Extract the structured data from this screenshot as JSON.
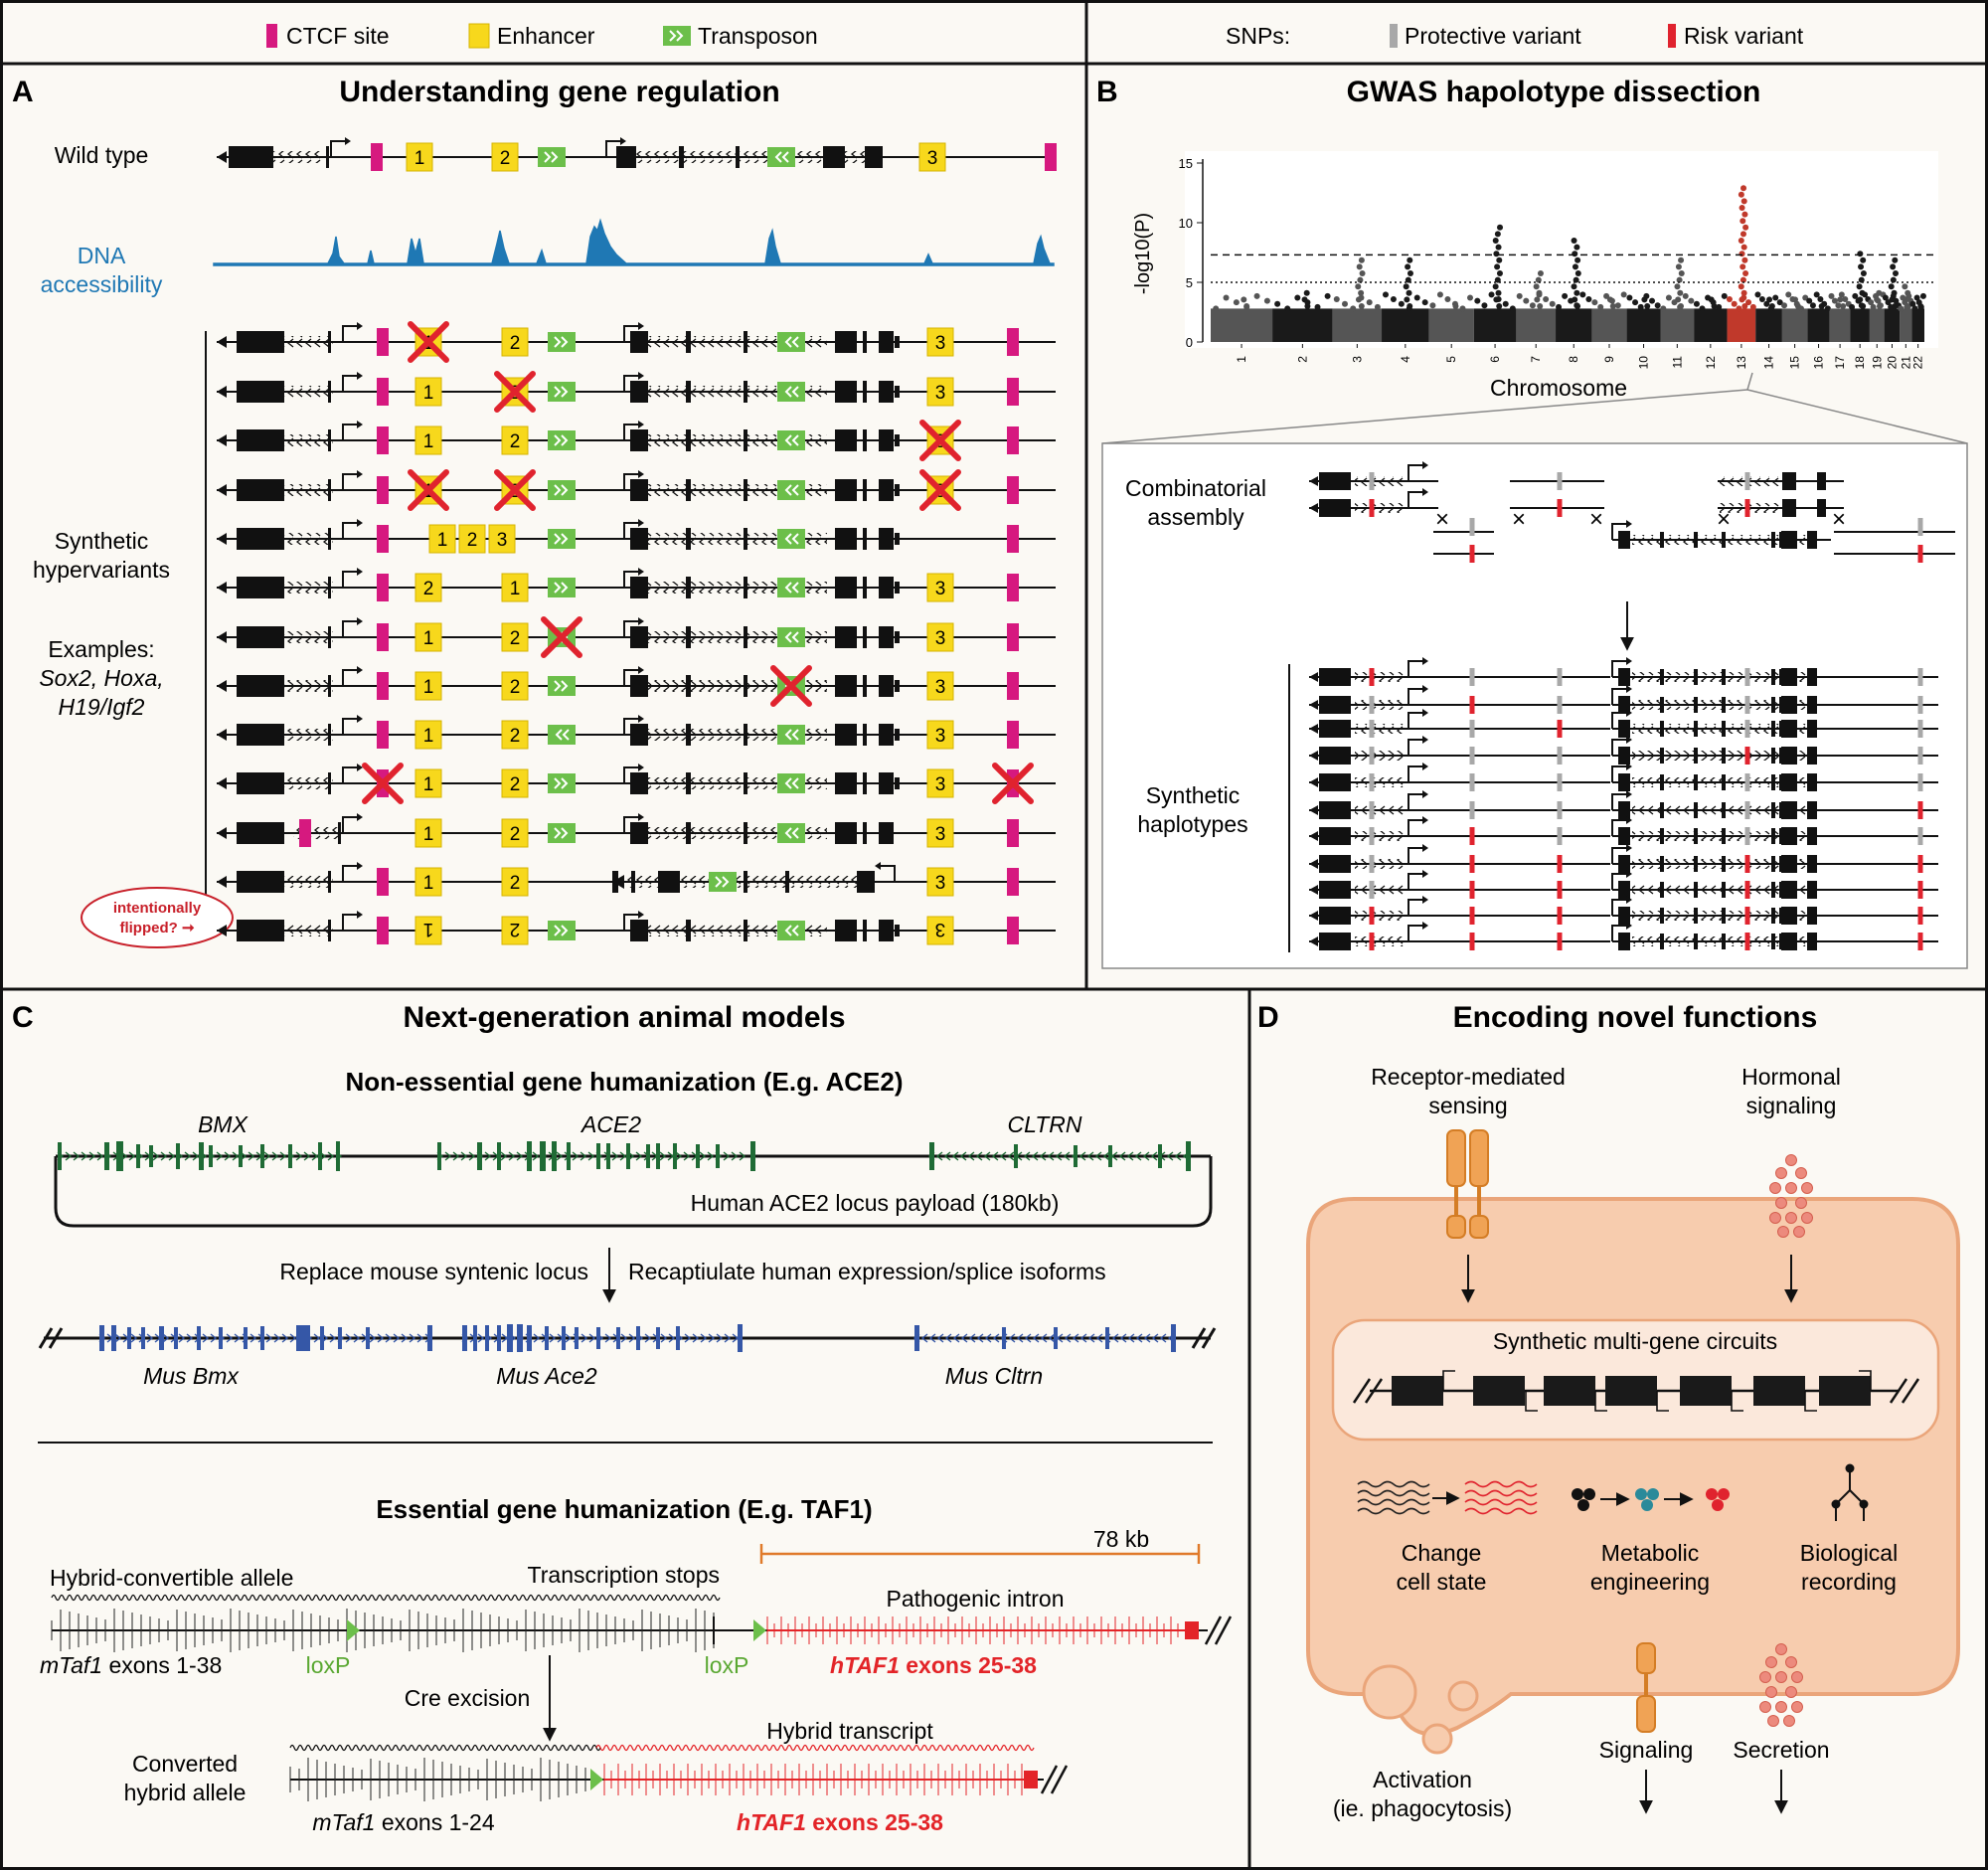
{
  "legend_top": {
    "ctcf": "CTCF site",
    "enhancer": "Enhancer",
    "transposon": "Transposon",
    "snps": "SNPs:",
    "protective": "Protective variant",
    "risk": "Risk variant"
  },
  "panelA": {
    "letter": "A",
    "title": "Understanding gene regulation",
    "wild_type": "Wild type",
    "dna1": "DNA",
    "dna2": "accessibility",
    "synth1": "Synthetic",
    "synth2": "hypervariants",
    "ex1": "Examples:",
    "ex2": "Sox2, Hoxa,",
    "ex3": "H19/Igf2",
    "flip1": "intentionally",
    "flip2": "flipped? ➞",
    "enh_labels": [
      "1",
      "2",
      "3"
    ]
  },
  "panelB": {
    "letter": "B",
    "title": "GWAS hapolotype dissection",
    "ylabel": "-log10(P)",
    "xlabel": "Chromosome",
    "comb1": "Combinatorial",
    "comb2": "assembly",
    "syn1": "Synthetic",
    "syn2": "haplotypes"
  },
  "chart_data": {
    "type": "scatter",
    "subtype": "manhattan",
    "xlabel": "Chromosome",
    "ylabel": "-log10(P)",
    "ylim": [
      0,
      15
    ],
    "yticks": [
      0,
      5,
      10,
      15
    ],
    "categories": [
      "1",
      "2",
      "3",
      "4",
      "5",
      "6",
      "7",
      "8",
      "9",
      "10",
      "11",
      "12",
      "13",
      "14",
      "15",
      "16",
      "17",
      "18",
      "19",
      "20",
      "21",
      "22"
    ],
    "peak_max": [
      4,
      4.5,
      7,
      7,
      3,
      10,
      6,
      8.5,
      4,
      4,
      7,
      4,
      13,
      4,
      4,
      3.5,
      4,
      7.5,
      4.5,
      7,
      5,
      3.5
    ],
    "highlight_chromosome": "13",
    "threshold_lines": [
      7.3,
      5
    ]
  },
  "panelC": {
    "letter": "C",
    "title": "Next-generation animal models",
    "sub1": "Non-essential gene humanization (E.g. ACE2)",
    "bmx": "BMX",
    "ace2": "ACE2",
    "cltrn": "CLTRN",
    "payload": "Human ACE2 locus payload (180kb)",
    "replace": "Replace mouse syntenic locus",
    "recap": "Recaptiulate human expression/splice isoforms",
    "mus_bmx": "Mus Bmx",
    "mus_ace2": "Mus Ace2",
    "mus_cltrn": "Mus Cltrn",
    "sub2": "Essential gene humanization (E.g. TAF1)",
    "kb": "78 kb",
    "hybrid_conv": "Hybrid-convertible allele",
    "trans_stops": "Transcription stops",
    "patho": "Pathogenic intron",
    "mtaf_a": "mTaf1",
    "mtaf_a_rest": " exons 1-38",
    "loxp1": "loxP",
    "loxp2": "loxP",
    "htaf_a": "hTAF1",
    "htaf_a_rest": " exons 25-38",
    "cre": "Cre excision",
    "hybrid_tr": "Hybrid transcript",
    "conv1": "Converted",
    "conv2": "hybrid allele",
    "mtaf_b": "mTaf1",
    "mtaf_b_rest": " exons 1-24",
    "htaf_b": "hTAF1",
    "htaf_b_rest": " exons 25-38"
  },
  "panelD": {
    "letter": "D",
    "title": "Encoding novel functions",
    "rec1": "Receptor-mediated",
    "rec2": "sensing",
    "hor1": "Hormonal",
    "hor2": "signaling",
    "circuits": "Synthetic multi-gene circuits",
    "cs1": "Change",
    "cs2": "cell state",
    "me1": "Metabolic",
    "me2": "engineering",
    "br1": "Biological",
    "br2": "recording",
    "act1": "Activation",
    "act2": "(ie. phagocytosis)",
    "sig": "Signaling",
    "sec": "Secretion"
  },
  "colors": {
    "ctcf": "#d6197f",
    "enhancer": "#f7d81c",
    "transposon": "#6cbf4a",
    "accessibility": "#1f78b4",
    "risk": "#e0232e",
    "protective": "#a8a8a8",
    "human_gene": "#1f6b35",
    "mouse_gene": "#3557a7",
    "htaf": "#e32428",
    "cell": "#f5c7a6"
  }
}
